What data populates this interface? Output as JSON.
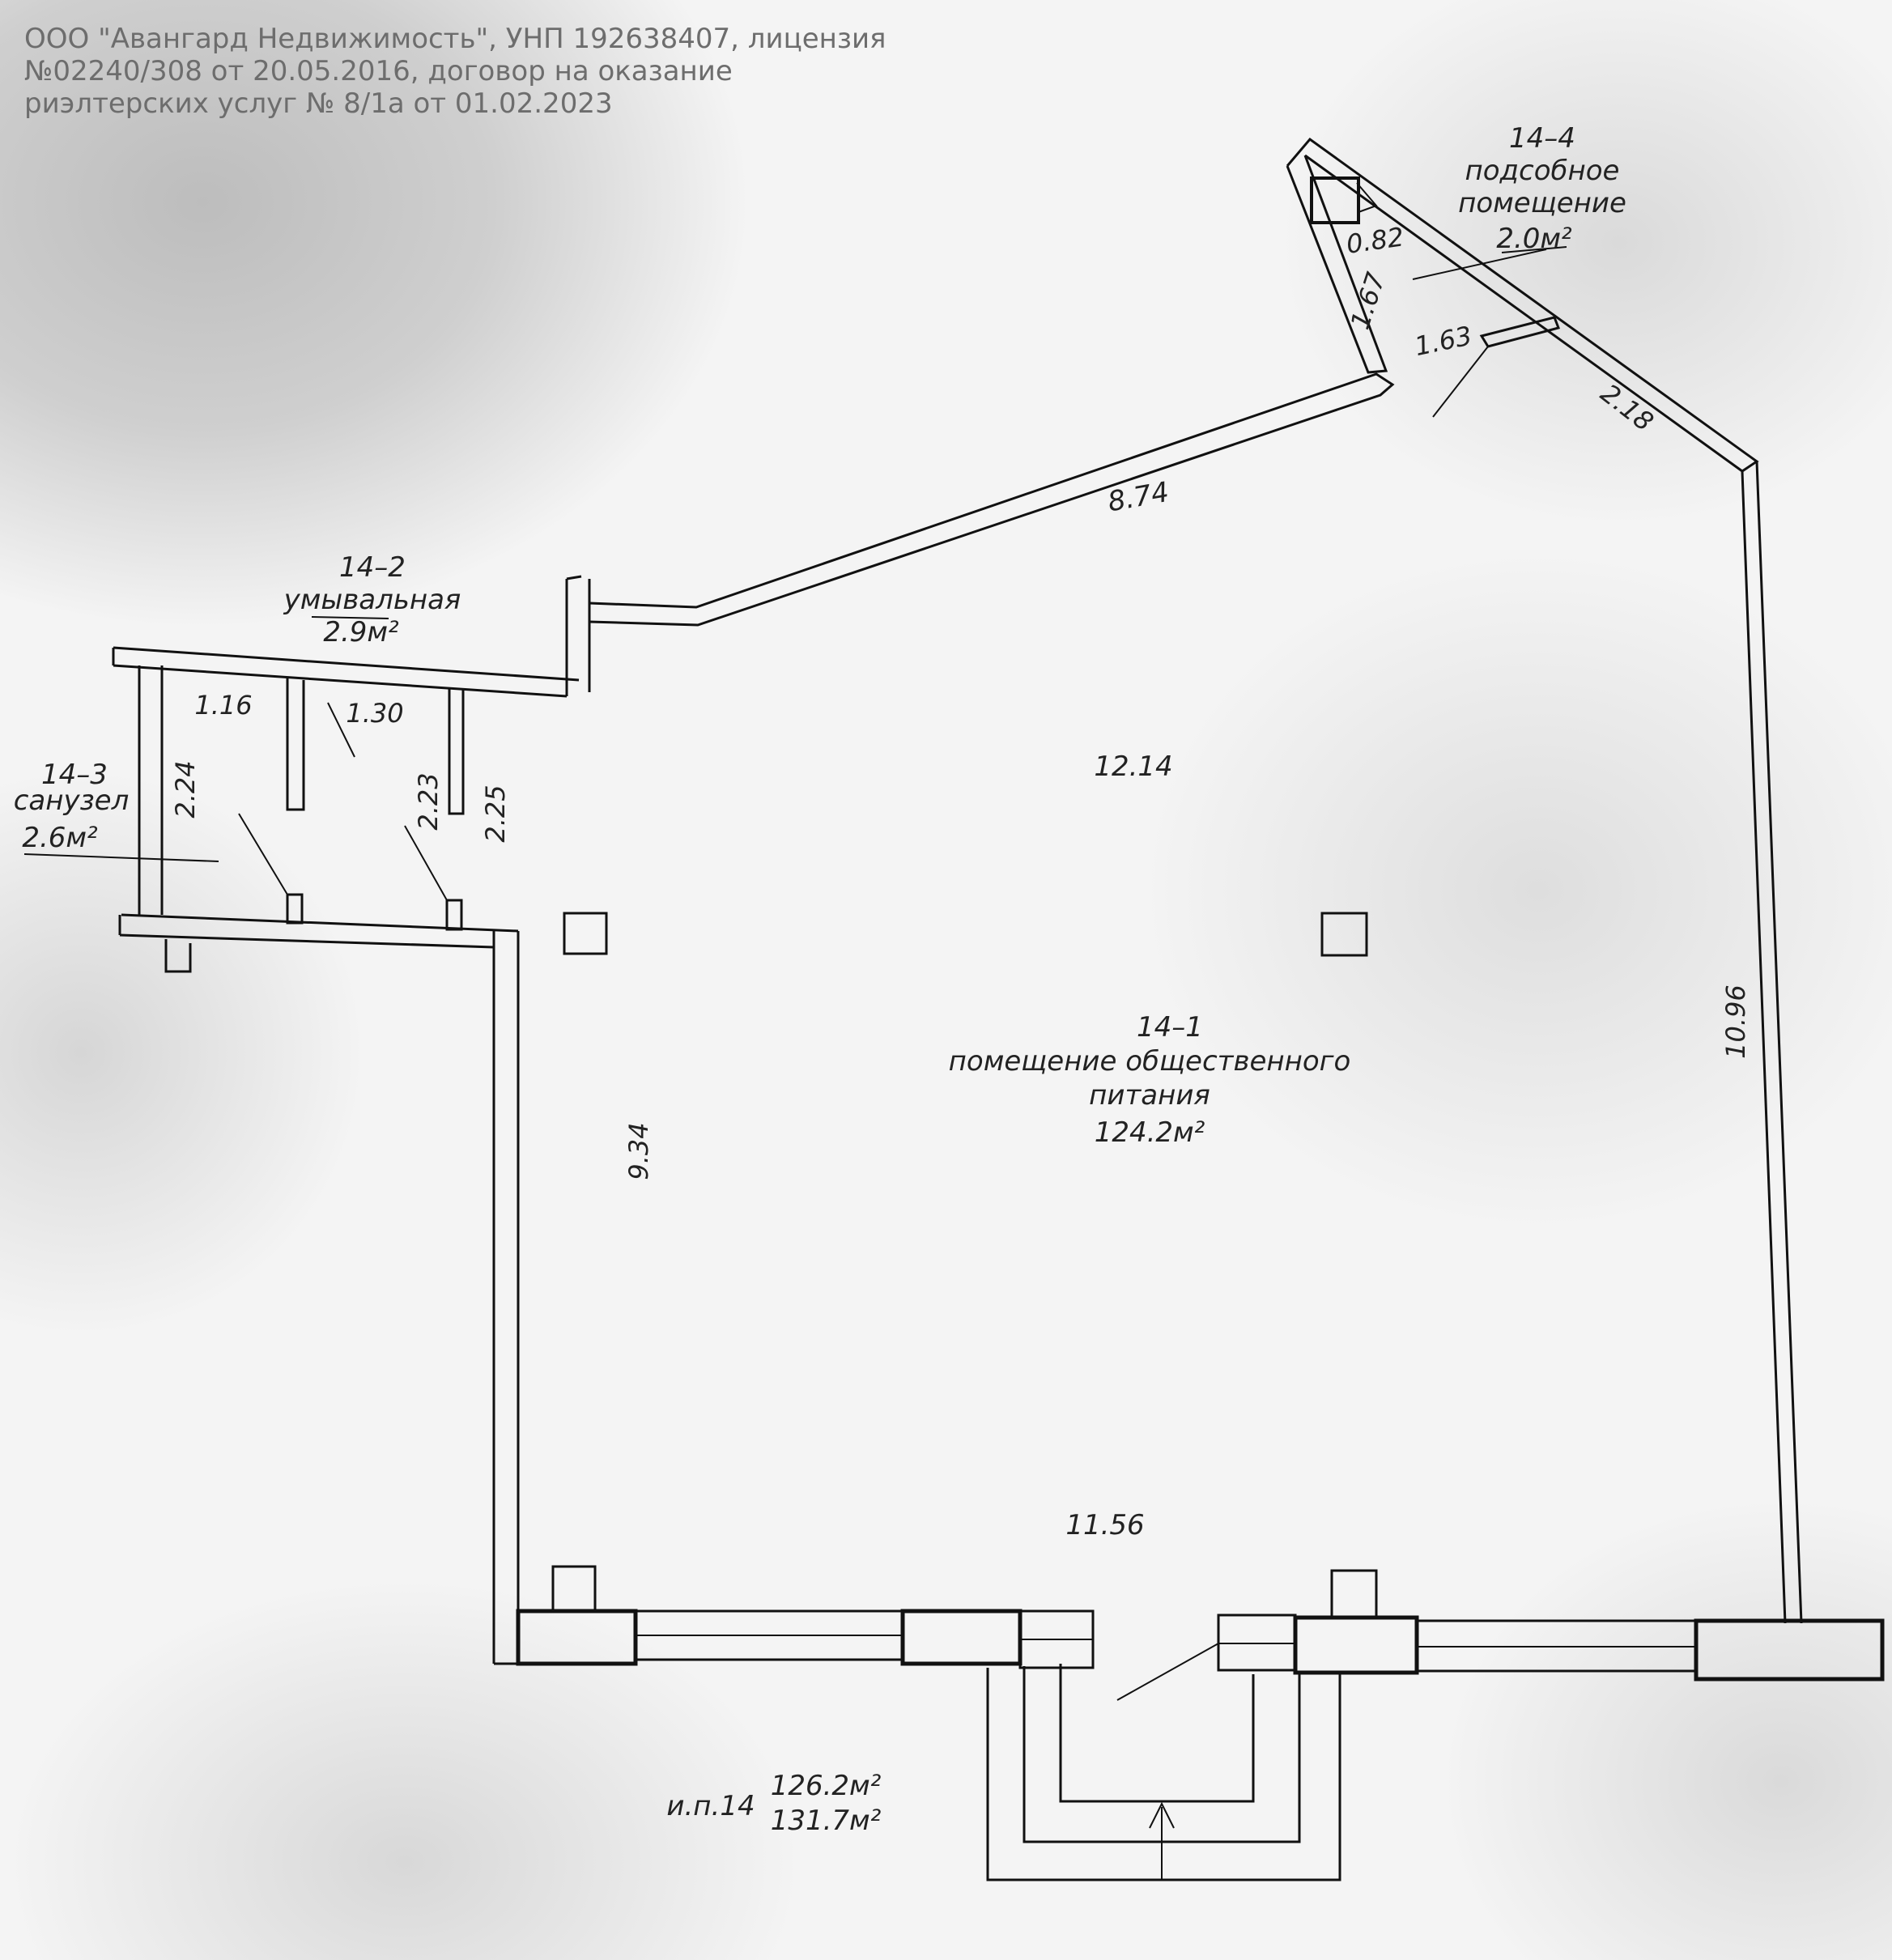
{
  "watermark": {
    "line1": "ООО \"Авангард Недвижимость\", УНП 192638407, лицензия",
    "line2": "№02240/308 от 20.05.2016, договор на оказание",
    "line3": "риэлтерских услуг № 8/1а от 01.02.2023"
  },
  "rooms": {
    "r1": {
      "id": "14–1",
      "name_line1": "помещение общественного",
      "name_line2": "питания",
      "area": "124.2м²"
    },
    "r2": {
      "id": "14–2",
      "name": "умывальная",
      "area": "2.9м²"
    },
    "r3": {
      "id": "14–3",
      "name": "санузел",
      "area": "2.6м²"
    },
    "r4": {
      "id": "14–4",
      "name_line1": "подсобное",
      "name_line2": "помещение",
      "area": "2.0м²"
    }
  },
  "dimensions": {
    "d_0_82": "0.82",
    "d_1_67": "1.67",
    "d_1_63": "1.63",
    "d_2_18": "2.18",
    "d_8_74": "8.74",
    "d_12_14": "12.14",
    "d_1_16": "1.16",
    "d_1_30": "1.30",
    "d_2_24": "2.24",
    "d_2_23": "2.23",
    "d_2_25": "2.25",
    "d_9_34": "9.34",
    "d_10_96": "10.96",
    "d_11_56": "11.56"
  },
  "totals": {
    "label": "и.п.14",
    "area1": "126.2м²",
    "area2": "131.7м²"
  }
}
